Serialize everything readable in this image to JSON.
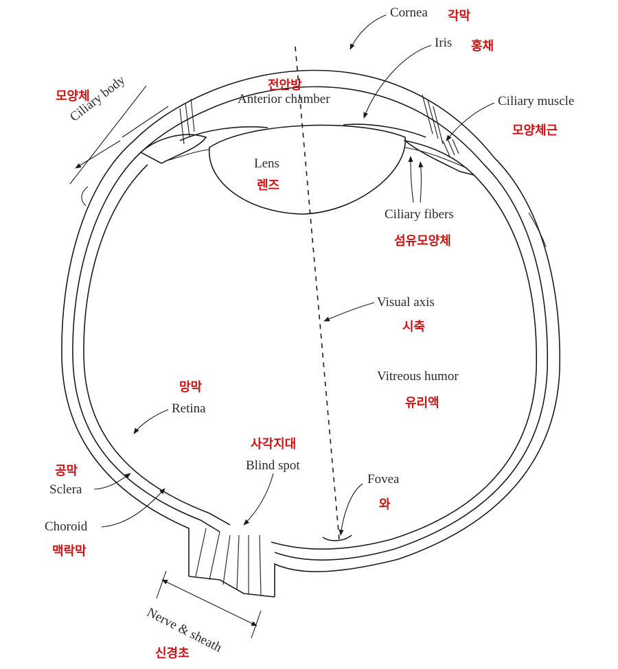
{
  "labels": {
    "cornea": "Cornea",
    "cornea_ko": "각막",
    "iris": "Iris",
    "iris_ko": "홍채",
    "ciliary_body": "Ciliary body",
    "ciliary_body_ko": "모양체",
    "anterior_chamber": "Anterior chamber",
    "anterior_chamber_ko": "전안방",
    "ciliary_muscle": "Ciliary muscle",
    "ciliary_muscle_ko": "모양체근",
    "lens": "Lens",
    "lens_ko": "렌즈",
    "ciliary_fibers": "Ciliary fibers",
    "ciliary_fibers_ko": "섬유모양체",
    "visual_axis": "Visual axis",
    "visual_axis_ko": "시축",
    "vitreous_humor": "Vitreous humor",
    "vitreous_humor_ko": "유리액",
    "retina": "Retina",
    "retina_ko": "망막",
    "blind_spot": "Blind spot",
    "blind_spot_ko": "사각지대",
    "sclera": "Sclera",
    "sclera_ko": "공막",
    "fovea": "Fovea",
    "fovea_ko": "와",
    "choroid": "Choroid",
    "choroid_ko": "맥락막",
    "nerve_sheath": "Nerve & sheath",
    "nerve_sheath_ko": "신경초"
  },
  "colors": {
    "line": "#1a1a1a",
    "english_text": "#2a2a2a",
    "korean_text": "#cc1111",
    "background": "#ffffff"
  }
}
